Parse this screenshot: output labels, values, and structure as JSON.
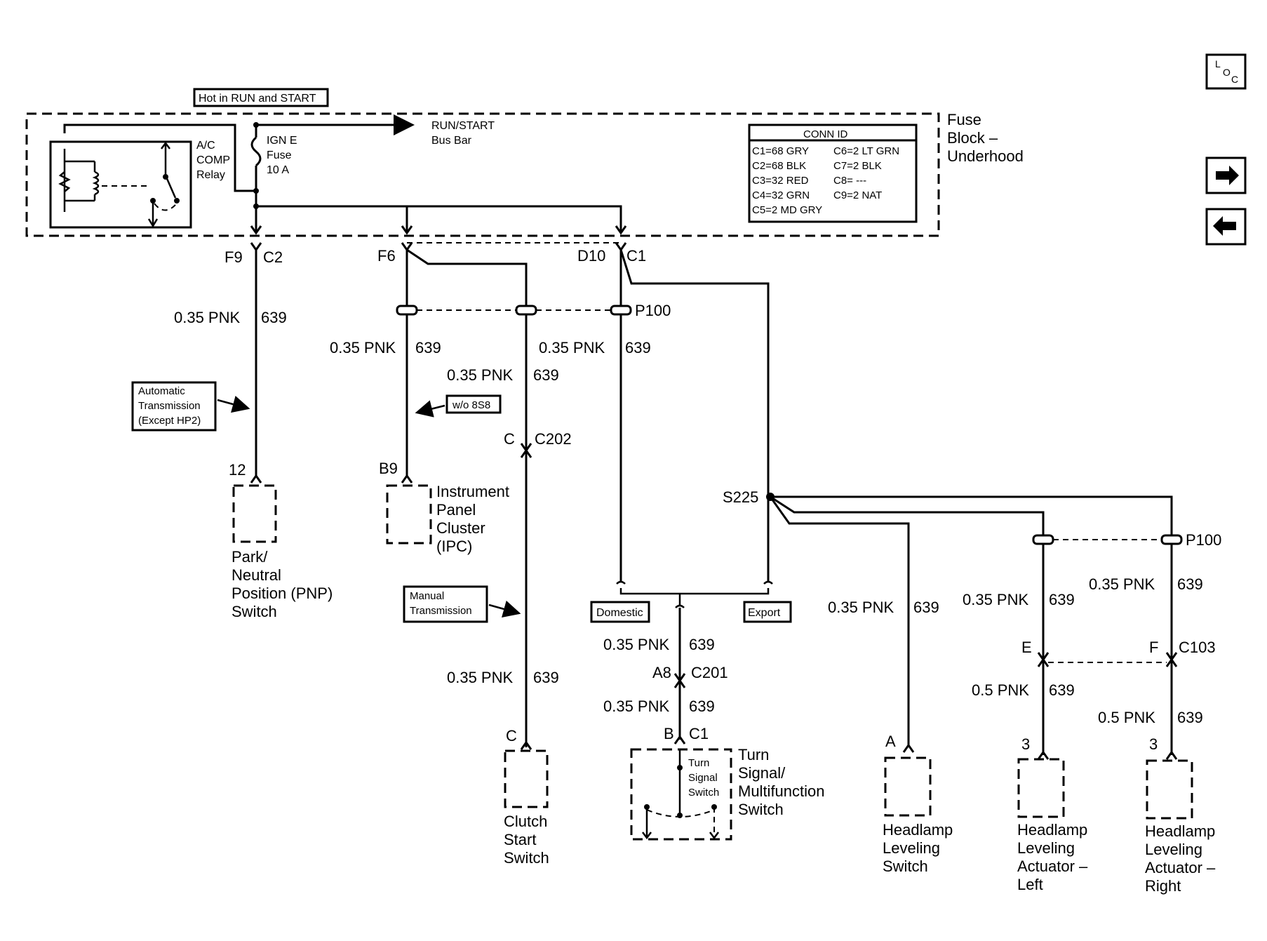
{
  "header": {
    "hot_label": "Hot in RUN and START",
    "fuse_block": [
      "Fuse",
      "Block –",
      "Underhood"
    ]
  },
  "relay": {
    "lines": [
      "A/C",
      "COMP",
      "Relay"
    ]
  },
  "fuse": {
    "lines": [
      "IGN E",
      "Fuse",
      "10 A"
    ]
  },
  "busbar": {
    "lines": [
      "RUN/START",
      "Bus Bar"
    ]
  },
  "conn_id": {
    "title": "CONN ID",
    "rows": [
      [
        "C1=68 GRY",
        "C6=2 LT GRN"
      ],
      [
        "C2=68 BLK",
        "C7=2 BLK"
      ],
      [
        "C3=32 RED",
        "C8= ---"
      ],
      [
        "C4=32 GRN",
        "C9=2 NAT"
      ],
      [
        "C5=2 MD GRY",
        ""
      ]
    ]
  },
  "nav": {
    "loc_l": "L",
    "loc_o": "O",
    "loc_c": "C"
  },
  "connectors": {
    "f9": "F9",
    "c2": "C2",
    "f6": "F6",
    "d10": "D10",
    "c1_top": "C1",
    "p100_top": "P100",
    "p100_right": "P100",
    "c202_pin": "C",
    "c202": "C202",
    "a8": "A8",
    "c201": "C201",
    "b": "B",
    "c1_bottom": "C1",
    "e": "E",
    "f": "F",
    "c103": "C103",
    "s225": "S225",
    "pin12": "12",
    "b9": "B9",
    "pin_c": "C",
    "pin_a": "A",
    "pin3_left": "3",
    "pin3_right": "3"
  },
  "wires": {
    "w1": [
      "0.35 PNK",
      "639"
    ],
    "w2": [
      "0.35 PNK",
      "639"
    ],
    "w3": [
      "0.35 PNK",
      "639"
    ],
    "w4": [
      "0.35 PNK",
      "639"
    ],
    "w5": [
      "0.35 PNK",
      "639"
    ],
    "w6": [
      "0.35 PNK",
      "639"
    ],
    "w7": [
      "0.35 PNK",
      "639"
    ],
    "w8": [
      "0.35 PNK",
      "639"
    ],
    "w9": [
      "0.35 PNK",
      "639"
    ],
    "w10": [
      "0.35 PNK",
      "639"
    ],
    "w11": [
      "0.5 PNK",
      "639"
    ],
    "w12": [
      "0.5 PNK",
      "639"
    ]
  },
  "notes": {
    "auto_trans": [
      "Automatic",
      "Transmission",
      "(Except HP2)"
    ],
    "wo_8s8": "w/o 8S8",
    "manual_trans": [
      "Manual",
      "Transmission"
    ],
    "domestic": "Domestic",
    "export": "Export"
  },
  "components": {
    "pnp": [
      "Park/",
      "Neutral",
      "Position (PNP)",
      "Switch"
    ],
    "ipc": [
      "Instrument",
      "Panel",
      "Cluster",
      "(IPC)"
    ],
    "clutch": [
      "Clutch",
      "Start",
      "Switch"
    ],
    "turn": [
      "Turn",
      "Signal/",
      "Multifunction",
      "Switch"
    ],
    "turn_inner": [
      "Turn",
      "Signal",
      "Switch"
    ],
    "hl_switch": [
      "Headlamp",
      "Leveling",
      "Switch"
    ],
    "hl_left": [
      "Headlamp",
      "Leveling",
      "Actuator –",
      "Left"
    ],
    "hl_right": [
      "Headlamp",
      "Leveling",
      "Actuator –",
      "Right"
    ]
  }
}
